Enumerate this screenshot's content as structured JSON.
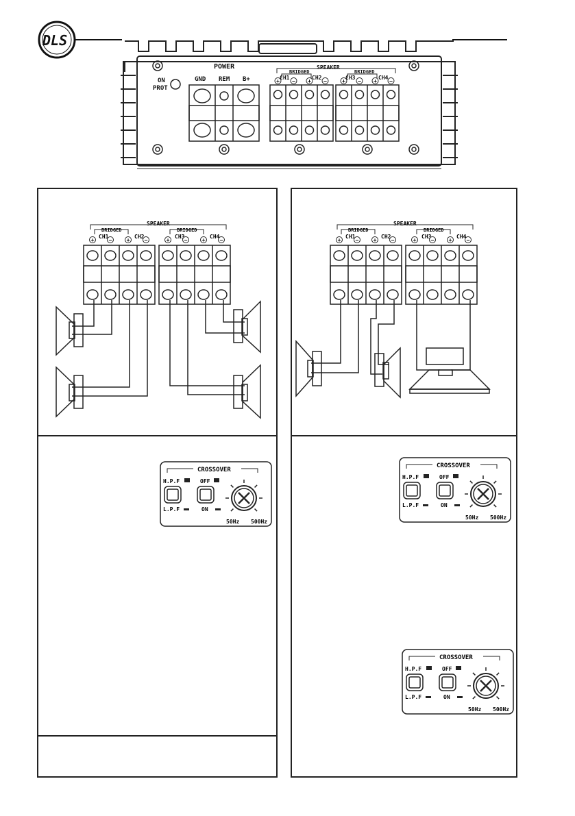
{
  "logo": {
    "monogram": "DLS"
  },
  "amplifier": {
    "power_title": "POWER",
    "led_label_on": "ON",
    "led_label_prot": "PROT",
    "power_terminals": [
      "GND",
      "REM",
      "B+"
    ],
    "speaker_title": "SPEAKER",
    "bridged": "BRIDGED",
    "channels": [
      "CH1",
      "CH2",
      "CH3",
      "CH4"
    ]
  },
  "terminal_block": {
    "speaker_title": "SPEAKER",
    "bridged": "BRIDGED",
    "channels": [
      "CH1",
      "CH2",
      "CH3",
      "CH4"
    ]
  },
  "crossover": {
    "title": "CROSSOVER",
    "hpf": "H.P.F",
    "lpf": "L.P.F",
    "off": "OFF",
    "on": "ON",
    "min_freq": "50Hz",
    "max_freq": "500Hz"
  }
}
